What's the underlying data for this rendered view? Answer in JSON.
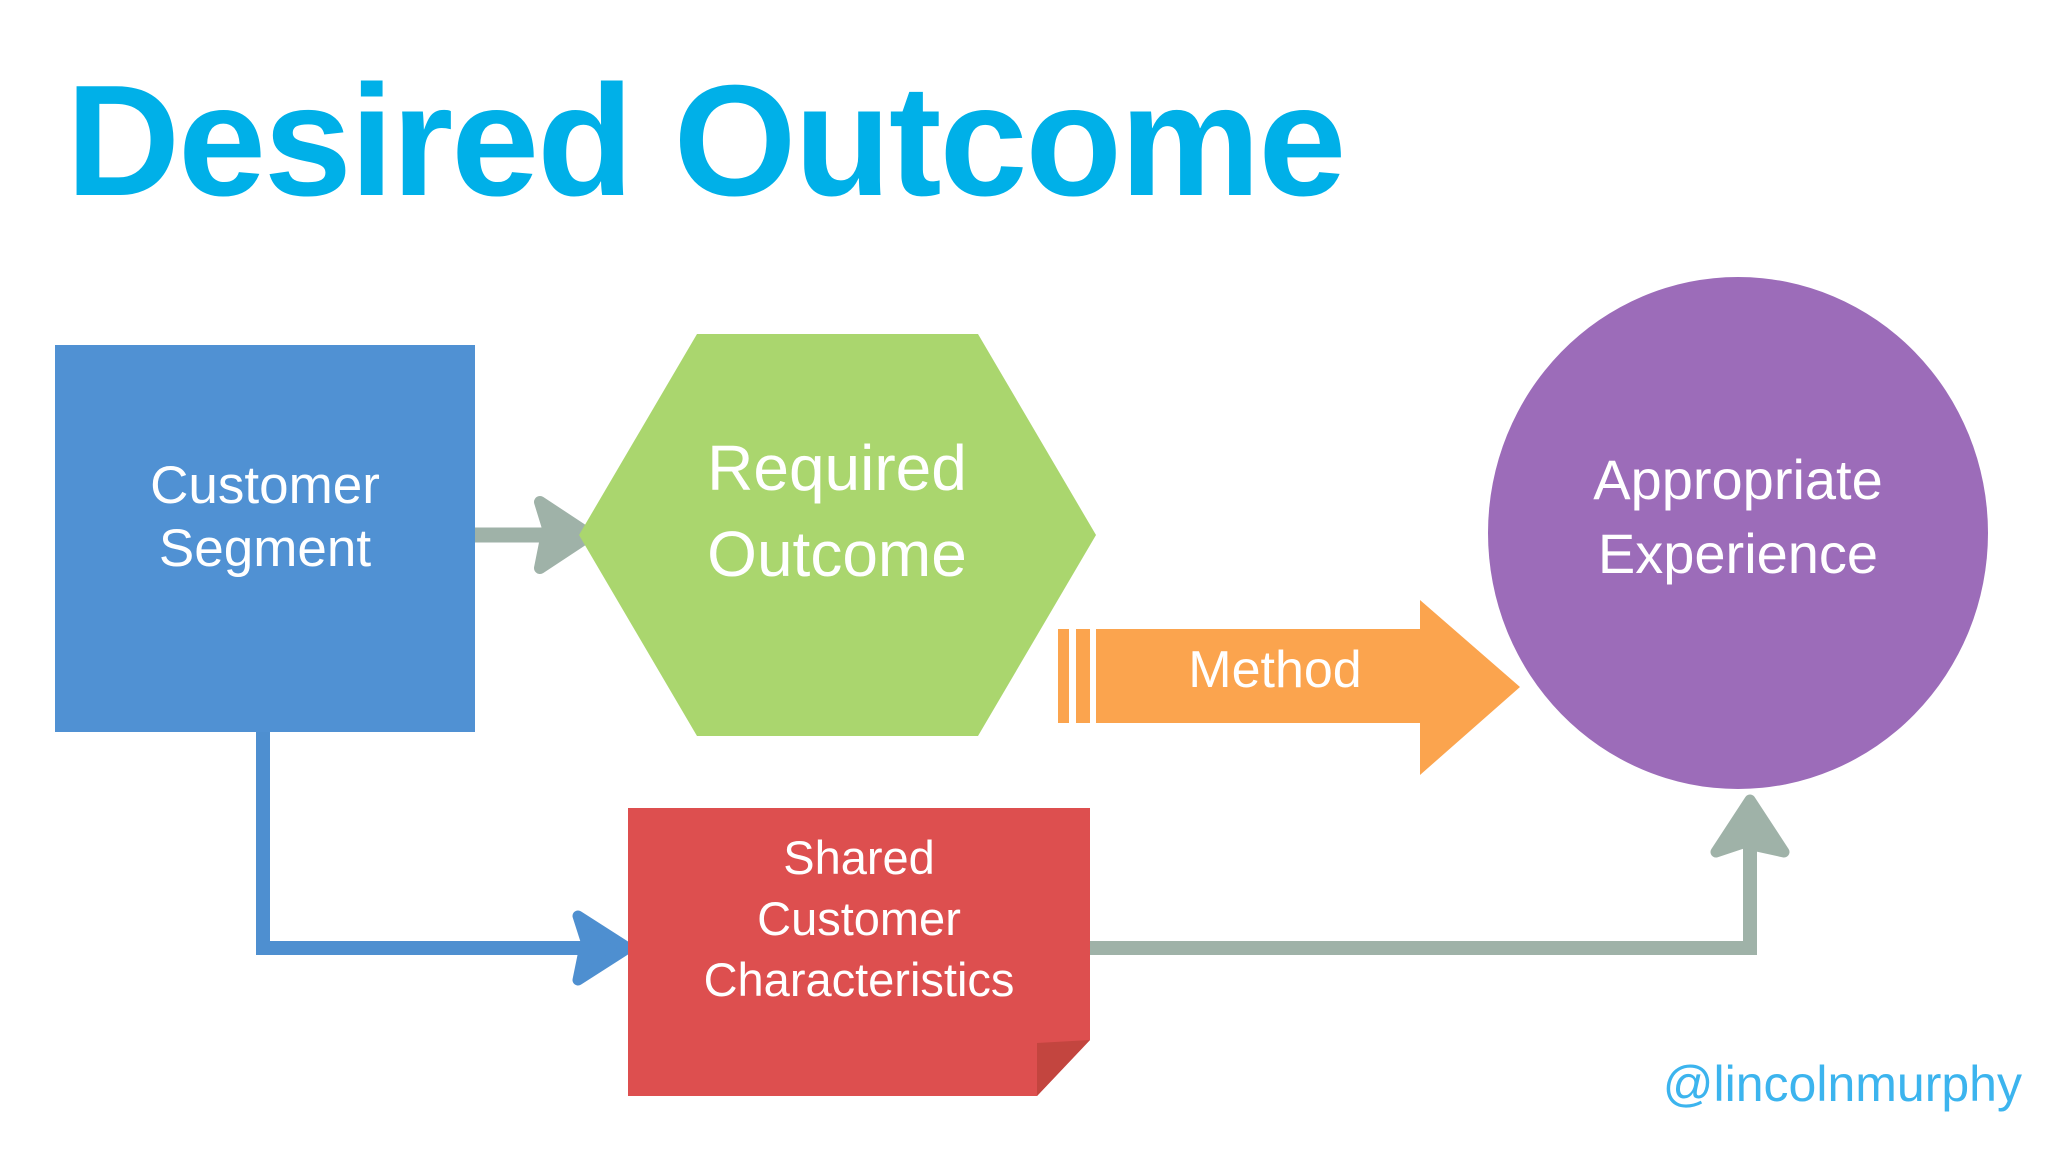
{
  "title": "Desired Outcome",
  "watermark": "@lincolnmurphy",
  "colors": {
    "background": "#ffffff",
    "title_blue": "#00b0e8",
    "customer_segment_blue": "#5091d3",
    "required_outcome_green": "#aad66e",
    "shared_characteristics_red": "#dd4f4f",
    "shared_characteristics_fold": "#c3453f",
    "appropriate_experience_purple": "#9c6cb9",
    "method_orange": "#fba44e",
    "connector_gray": "#9fb2a8",
    "connector_blue": "#4e8fd0",
    "label_text": "#ffffff",
    "watermark_blue": "#3cb4ee"
  },
  "nodes": {
    "customer_segment": {
      "label": "Customer\nSegment",
      "shape": "rectangle",
      "color": "#5091d3"
    },
    "required_outcome": {
      "label": "Required\nOutcome",
      "shape": "hexagon",
      "color": "#aad66e"
    },
    "shared_characteristics": {
      "label": "Shared\nCustomer\nCharacteristics",
      "shape": "folded-corner-rectangle",
      "color": "#dd4f4f"
    },
    "appropriate_experience": {
      "label": "Appropriate\nExperience",
      "shape": "circle",
      "color": "#9c6cb9"
    },
    "method": {
      "label": "Method",
      "shape": "striped-right-arrow",
      "color": "#fba44e"
    }
  },
  "connectors": [
    {
      "name": "customer-segment-to-required-outcome",
      "from": "customer_segment",
      "to": "required_outcome",
      "style": "straight-arrow",
      "color": "#9fb2a8",
      "label": ""
    },
    {
      "name": "customer-segment-to-shared-characteristics",
      "from": "customer_segment",
      "to": "shared_characteristics",
      "style": "elbow-arrow-down-right",
      "color": "#4e8fd0",
      "label": ""
    },
    {
      "name": "required-outcome-to-appropriate-experience",
      "from": "required_outcome",
      "to": "appropriate_experience",
      "style": "striped-block-arrow",
      "color": "#fba44e",
      "label": "Method"
    },
    {
      "name": "shared-characteristics-to-appropriate-experience",
      "from": "shared_characteristics",
      "to": "appropriate_experience",
      "style": "elbow-arrow-right-up",
      "color": "#9fb2a8",
      "label": ""
    }
  ]
}
